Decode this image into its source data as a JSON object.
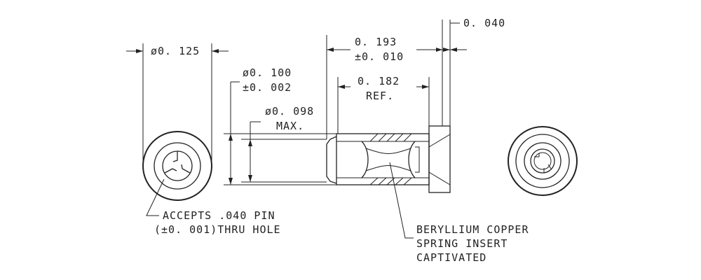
{
  "labels": {
    "dia_0125": "ø0. 125",
    "dia_0100": "ø0. 100",
    "tol_0002": "±0. 002",
    "dia_0098": "ø0. 098",
    "max": "MAX.",
    "len_0193": "0. 193",
    "tol_0010": "±0. 010",
    "len_0182": "0. 182",
    "ref": "REF.",
    "len_0040": "0. 040",
    "note_pin_line1": "ACCEPTS .040 PIN",
    "note_pin_line2": "(±0. 001)THRU HOLE",
    "note_insert_line1": "BERYLLIUM COPPER",
    "note_insert_line2": "SPRING INSERT",
    "note_insert_line3": "CAPTIVATED"
  }
}
